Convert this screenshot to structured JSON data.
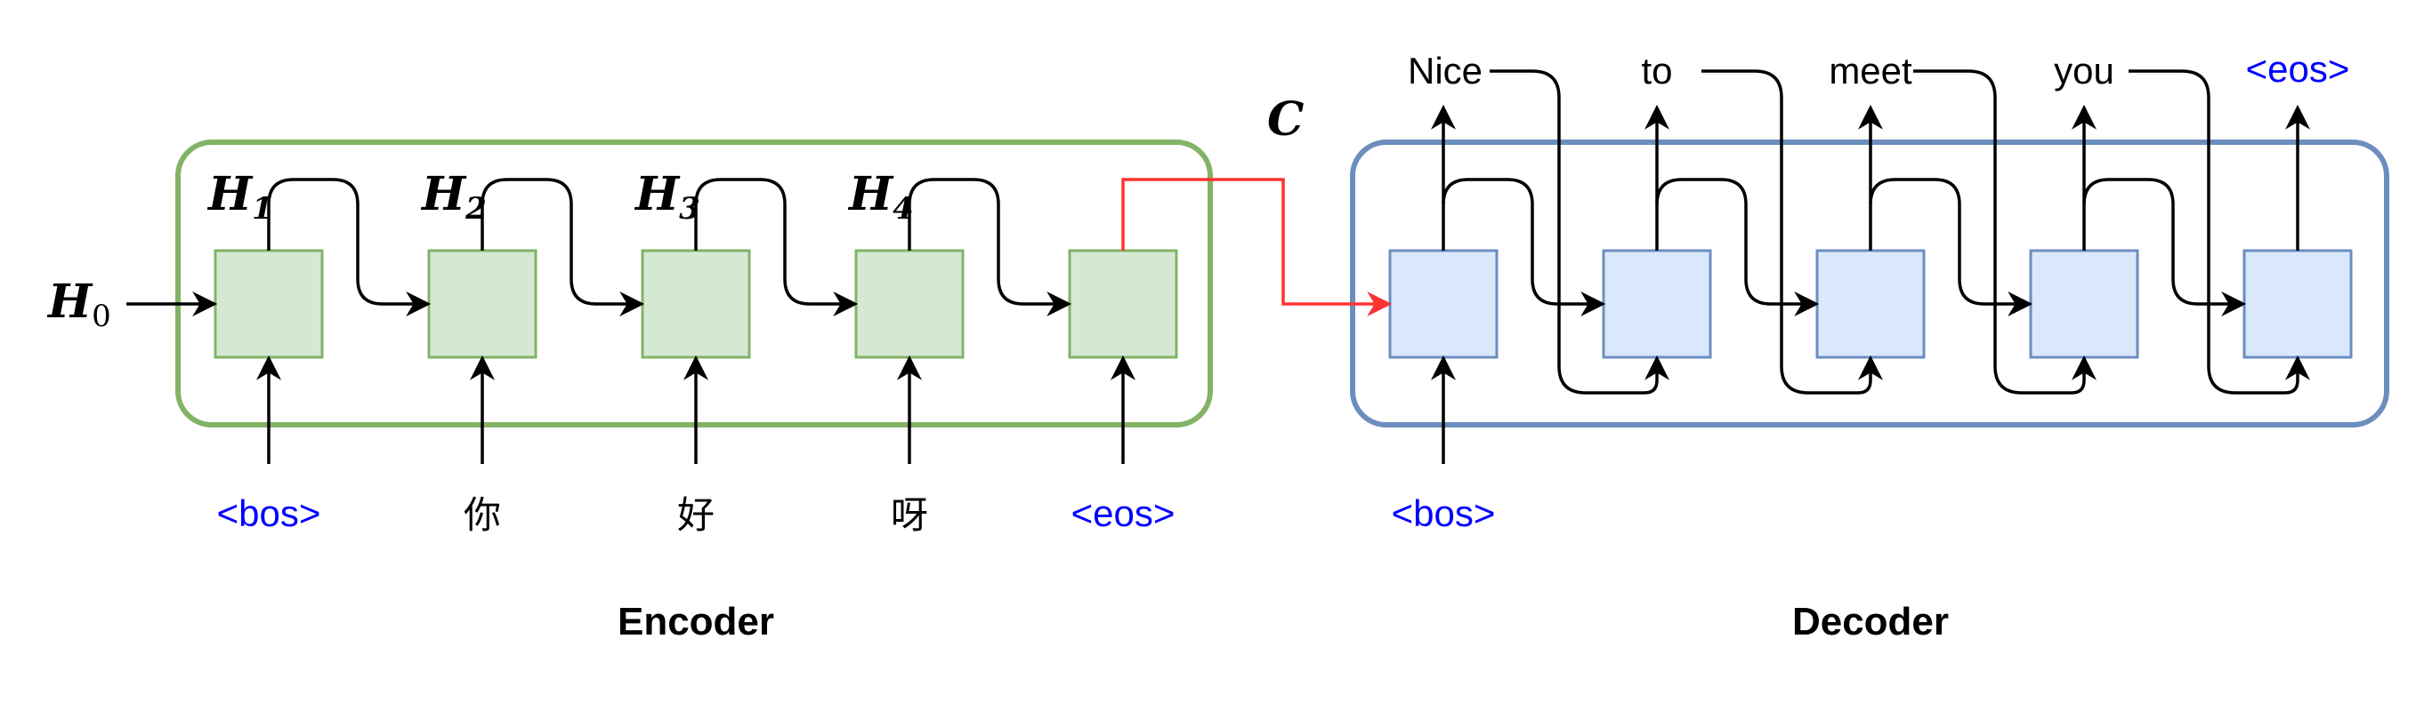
{
  "colors": {
    "encoder_border": "#82b366",
    "encoder_cell_fill": "#d5e8d4",
    "decoder_border": "#6c8ebf",
    "decoder_cell_fill": "#dae8fc",
    "context_arrow": "#ff3333",
    "token_special": "#0000ff",
    "token_normal": "#000000"
  },
  "encoder": {
    "label": "Encoder",
    "initial_state": {
      "base": "H",
      "sub": "0"
    },
    "hidden_states": [
      {
        "base": "H",
        "sub": "1"
      },
      {
        "base": "H",
        "sub": "2"
      },
      {
        "base": "H",
        "sub": "3"
      },
      {
        "base": "H",
        "sub": "4"
      }
    ],
    "inputs": [
      {
        "text": "<bos>",
        "special": true
      },
      {
        "text": "你",
        "special": false
      },
      {
        "text": "好",
        "special": false
      },
      {
        "text": "呀",
        "special": false
      },
      {
        "text": "<eos>",
        "special": true
      }
    ]
  },
  "context": {
    "label": "C"
  },
  "decoder": {
    "label": "Decoder",
    "inputs": [
      {
        "text": "<bos>",
        "special": true
      }
    ],
    "outputs": [
      {
        "text": "Nice",
        "special": false
      },
      {
        "text": "to",
        "special": false
      },
      {
        "text": "meet",
        "special": false
      },
      {
        "text": "you",
        "special": false
      },
      {
        "text": "<eos>",
        "special": true
      }
    ]
  }
}
